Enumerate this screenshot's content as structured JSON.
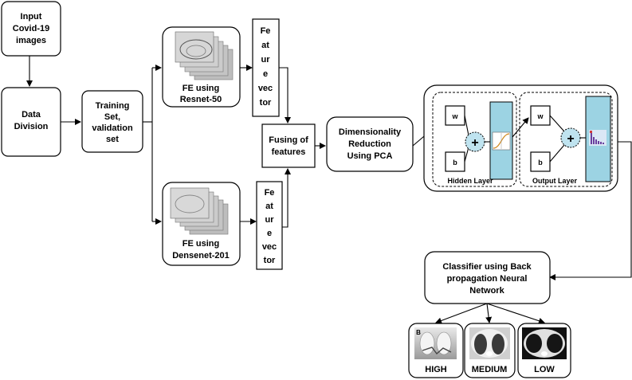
{
  "nodes": {
    "input": [
      "Input",
      "Covid-19",
      "images"
    ],
    "data_division": [
      "Data",
      "Division"
    ],
    "training": [
      "Training",
      "Set,",
      "validation",
      "set"
    ],
    "fe_resnet": [
      "FE using",
      "Resnet-50"
    ],
    "fe_densenet": [
      "FE using",
      "Densenet-201"
    ],
    "fv_top": [
      "Fe",
      "at",
      "ur",
      "e",
      "vec",
      "tor"
    ],
    "fv_bottom": [
      "Fe",
      "at",
      "ur",
      "e",
      "vec",
      "tor"
    ],
    "fusing": [
      "Fusing of",
      "features"
    ],
    "dim_red": [
      "Dimensionality",
      "Reduction",
      "Using PCA"
    ],
    "classifier": [
      "Classifier using Back",
      "propagation Neural",
      "Network"
    ]
  },
  "network": {
    "hidden_label": "Hidden Layer",
    "output_label": "Output Layer",
    "w_label": "w",
    "b_label": "b",
    "plus": "+"
  },
  "results": {
    "high": "HIGH",
    "medium": "MEDIUM",
    "low": "LOW",
    "high_tag": "B"
  },
  "colors": {
    "layer_fill": "#9cd3e3",
    "adder_fill": "#bfe3ef"
  }
}
